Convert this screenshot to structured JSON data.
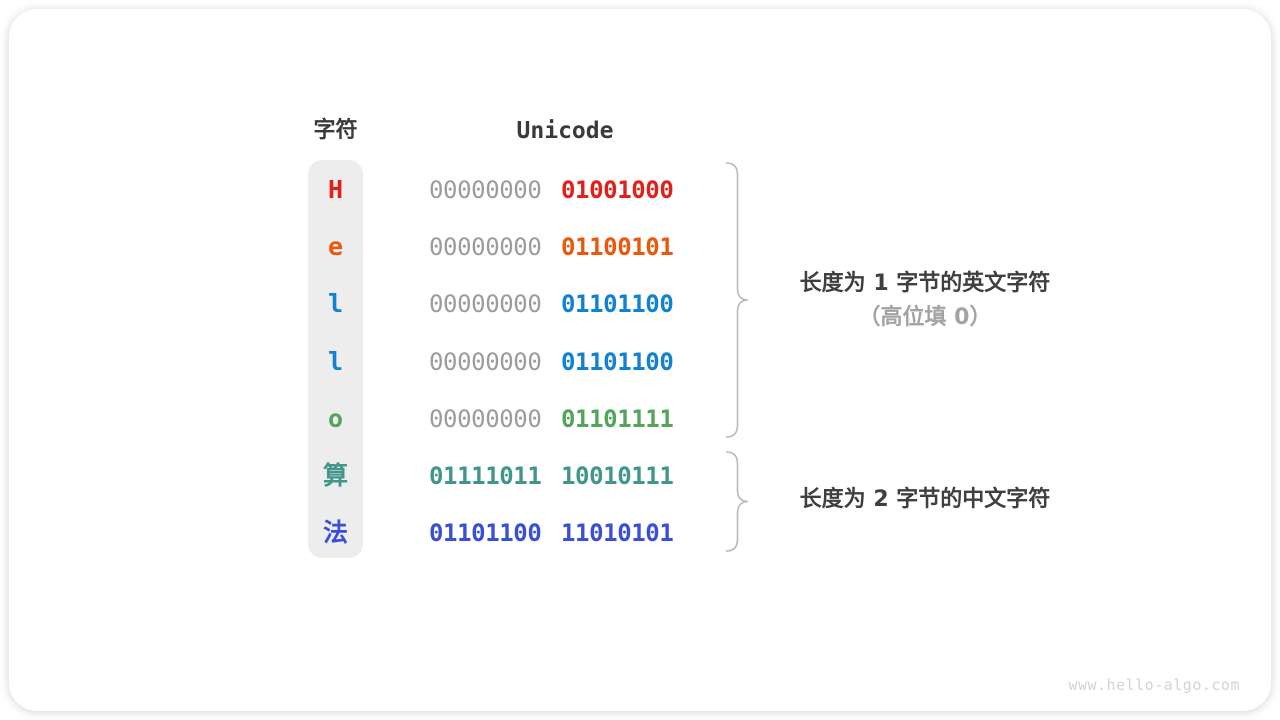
{
  "table": {
    "header_char": "字符",
    "header_unicode": "Unicode",
    "rows": [
      {
        "char": "H",
        "char_color": "#e2201b",
        "byte_high": "00000000",
        "byte_high_color": "#9c9c9c",
        "byte_low": "01001000",
        "byte_low_color": "#e2201b"
      },
      {
        "char": "e",
        "char_color": "#ea580d",
        "byte_high": "00000000",
        "byte_high_color": "#9c9c9c",
        "byte_low": "01100101",
        "byte_low_color": "#ea580d"
      },
      {
        "char": "l",
        "char_color": "#1181d2",
        "byte_high": "00000000",
        "byte_high_color": "#9c9c9c",
        "byte_low": "01101100",
        "byte_low_color": "#1181d2"
      },
      {
        "char": "l",
        "char_color": "#1181d2",
        "byte_high": "00000000",
        "byte_high_color": "#9c9c9c",
        "byte_low": "01101100",
        "byte_low_color": "#1181d2"
      },
      {
        "char": "o",
        "char_color": "#55a45c",
        "byte_high": "00000000",
        "byte_high_color": "#9c9c9c",
        "byte_low": "01101111",
        "byte_low_color": "#55a45c"
      },
      {
        "char": "算",
        "char_color": "#40968b",
        "byte_high": "01111011",
        "byte_high_color": "#40968b",
        "byte_low": "10010111",
        "byte_low_color": "#40968b"
      },
      {
        "char": "法",
        "char_color": "#3a4ed8",
        "byte_high": "01101100",
        "byte_high_color": "#3a4ed8",
        "byte_low": "11010101",
        "byte_low_color": "#3a4ed8"
      }
    ]
  },
  "annotations": {
    "english_group_line1": "长度为 1 字节的英文字符",
    "english_group_line2": "（高位填 0）",
    "chinese_group_line1": "长度为 2 字节的中文字符"
  },
  "watermark": "www.hello-algo.com",
  "colors": {
    "brace": "#b9b9b9",
    "column_background": "#ededed",
    "header_text": "#3a3a3a",
    "muted_bits": "#9c9c9c"
  }
}
